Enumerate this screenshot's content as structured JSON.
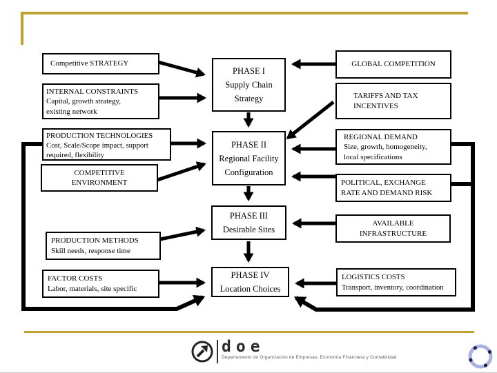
{
  "colors": {
    "accent_gold": "#bfa12f",
    "line_black": "#000000",
    "swirl_blue": "#a9b2de",
    "swirl_navy": "#1b2158",
    "logo_gray": "#2b2b2b"
  },
  "boxes": {
    "competitive_strategy": {
      "title": "Competitive STRATEGY"
    },
    "internal_constraints": {
      "title": "INTERNAL CONSTRAINTS",
      "line1": "Capital, growth strategy,",
      "line2": "existing network"
    },
    "production_technologies": {
      "title": "PRODUCTION TECHNOLOGIES",
      "line1": "Cost, Scale/Scope impact, support",
      "line2": "required, flexibility"
    },
    "competitive_environment": {
      "line1": "COMPETITIVE",
      "line2": "ENVIRONMENT"
    },
    "production_methods": {
      "title": "PRODUCTION METHODS",
      "line1": "Skill needs, response time"
    },
    "factor_costs": {
      "title": "FACTOR COSTS",
      "line1": "Labor, materials, site specific"
    },
    "phase1": {
      "title": "PHASE I",
      "line1": "Supply Chain",
      "line2": "Strategy"
    },
    "phase2": {
      "title": "PHASE II",
      "line1": "Regional Facility",
      "line2": "Configuration"
    },
    "phase3": {
      "title": "PHASE III",
      "line1": "Desirable Sites"
    },
    "phase4": {
      "title": "PHASE IV",
      "line1": "Location Choices"
    },
    "global_competition": {
      "title": "GLOBAL COMPETITION"
    },
    "tariffs_tax": {
      "line1": "TARIFFS AND TAX",
      "line2": "INCENTIVES"
    },
    "regional_demand": {
      "title": "REGIONAL DEMAND",
      "line1": "Size, growth, homogeneity,",
      "line2": "local specifications"
    },
    "political_risk": {
      "line1": "POLITICAL, EXCHANGE",
      "line2": "RATE AND DEMAND RISK"
    },
    "available_infrastructure": {
      "line1": "AVAILABLE",
      "line2": "INFRASTRUCTURE"
    },
    "logistics_costs": {
      "title": "LOGISTICS COSTS",
      "line1": "Transport, inventory, coordination"
    }
  },
  "connections": [
    "Competitive STRATEGY -> PHASE I",
    "INTERNAL CONSTRAINTS -> PHASE I",
    "GLOBAL COMPETITION -> PHASE I",
    "TARIFFS AND TAX INCENTIVES -> PHASE II",
    "PRODUCTION TECHNOLOGIES -> PHASE II",
    "COMPETITIVE ENVIRONMENT -> PHASE II",
    "REGIONAL DEMAND -> PHASE II",
    "POLITICAL, EXCHANGE RATE AND DEMAND RISK -> PHASE II",
    "PRODUCTION METHODS -> PHASE III",
    "AVAILABLE INFRASTRUCTURE -> PHASE III",
    "FACTOR COSTS -> PHASE IV",
    "LOGISTICS COSTS -> PHASE IV",
    "PHASE I -> PHASE II",
    "PHASE II -> PHASE III",
    "PHASE III -> PHASE IV",
    "left feedback loop -> PHASE IV",
    "right feedback loop -> PHASE IV"
  ],
  "footer": {
    "wordmark": "doe",
    "tagline": "Departamento de Organización de Empresas, Economía Financiera y Contabilidad"
  }
}
